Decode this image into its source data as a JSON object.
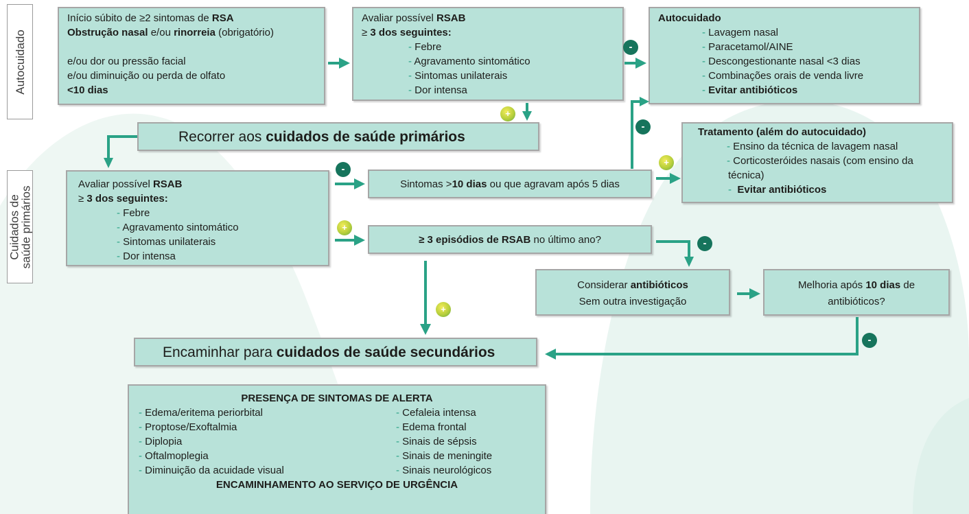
{
  "side_labels": {
    "autocuidado": "Autocuidado",
    "primarios_line1": "Cuidados de",
    "primarios_line2": "saúde primários"
  },
  "box_onset": {
    "l1_pre": "Início súbito de ≥2 sintomas de ",
    "l1_bold": "RSA",
    "l2_b1": "Obstrução nasal",
    "l2_m": " e/ou ",
    "l2_b2": "rinorreia",
    "l2_post": " (obrigatório)",
    "l3": "e/ou dor ou pressão facial",
    "l4": "e/ou diminuição ou perda de olfato",
    "l5_bold": "<10 dias"
  },
  "box_eval_top": {
    "l1_pre": "Avaliar possível ",
    "l1_bold": "RSAB",
    "l2_pre": "≥ ",
    "l2_bold": "3 dos seguintes:",
    "items": [
      "Febre",
      "Agravamento sintomático",
      "Sintomas unilaterais",
      "Dor intensa"
    ]
  },
  "box_selfcare": {
    "title": "Autocuidado",
    "items": [
      "Lavagem nasal",
      "Paracetamol/AINE",
      "Descongestionante nasal <3 dias",
      "Combinações orais de venda livre"
    ],
    "last_bold": "Evitar antibióticos"
  },
  "box_primary": {
    "pre": "Recorrer aos ",
    "bold": "cuidados de saúde primários"
  },
  "box_treatment": {
    "title": "Tratamento (além do autocuidado)",
    "i1": "Ensino da técnica de lavagem nasal",
    "i2a": "Corticosteróides nasais (com ensino da",
    "i2b": "técnica)",
    "i3_bold": "Evitar antibióticos"
  },
  "box_eval_mid": {
    "l1_pre": "Avaliar possível ",
    "l1_bold": "RSAB",
    "l2_pre": "≥ ",
    "l2_bold": "3 dos seguintes:",
    "items": [
      "Febre",
      "Agravamento sintomático",
      "Sintomas unilaterais",
      "Dor intensa"
    ]
  },
  "box_symptoms": {
    "pre": "Sintomas >",
    "bold": "10 dias",
    "post": " ou que agravam após 5 dias"
  },
  "box_episodes": {
    "bold": "≥ 3 episódios de RSAB",
    "post": " no último ano?"
  },
  "box_antibiotics": {
    "l1_pre": "Considerar ",
    "l1_bold": "antibióticos",
    "l2": "Sem outra investigação"
  },
  "box_improvement": {
    "l1_pre": "Melhoria após ",
    "l1_bold": "10 dias",
    "l1_post": " de",
    "l2": "antibióticos?"
  },
  "box_secondary": {
    "pre": "Encaminhar para ",
    "bold": "cuidados de saúde secundários"
  },
  "box_alert": {
    "title": "PRESENÇA DE SINTOMAS DE ALERTA",
    "left": [
      "Edema/eritema periorbital",
      "Proptose/Exoftalmia",
      "Diplopia",
      "Oftalmoplegia",
      "Diminuição da acuidade visual"
    ],
    "right": [
      "Cefaleia intensa",
      "Edema frontal",
      "Sinais de sépsis",
      "Sinais de meningite",
      "Sinais neurológicos"
    ],
    "footer": "ENCAMINHAMENTO AO SERVIÇO DE URGÊNCIA"
  },
  "markers": {
    "minus": "-",
    "plus": "+"
  },
  "colors": {
    "box_fill": "#b8e2d9",
    "arrow": "#2aa286",
    "minus_marker": "#16745c",
    "background_shape": "#e9f5f1"
  }
}
